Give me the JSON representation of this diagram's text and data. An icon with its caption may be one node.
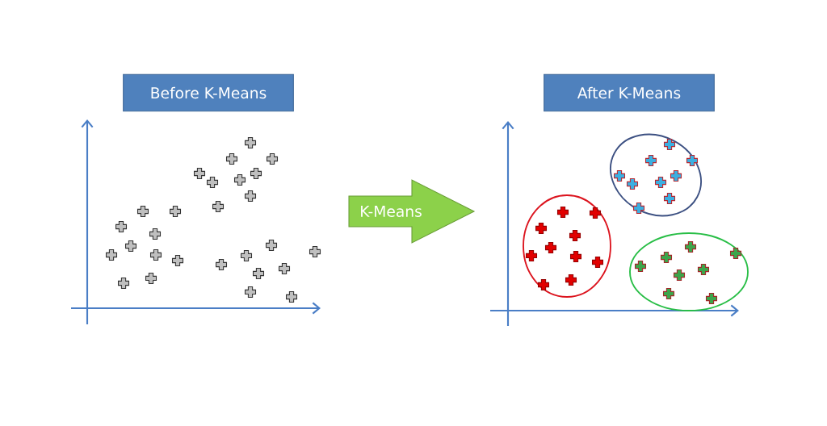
{
  "diagram": {
    "nodes": [
      {
        "text": [
          "Before K-Means"
        ]
      },
      {
        "text": [
          "K-Means"
        ]
      },
      {
        "text": [
          "After K-Means"
        ]
      }
    ]
  }
}
